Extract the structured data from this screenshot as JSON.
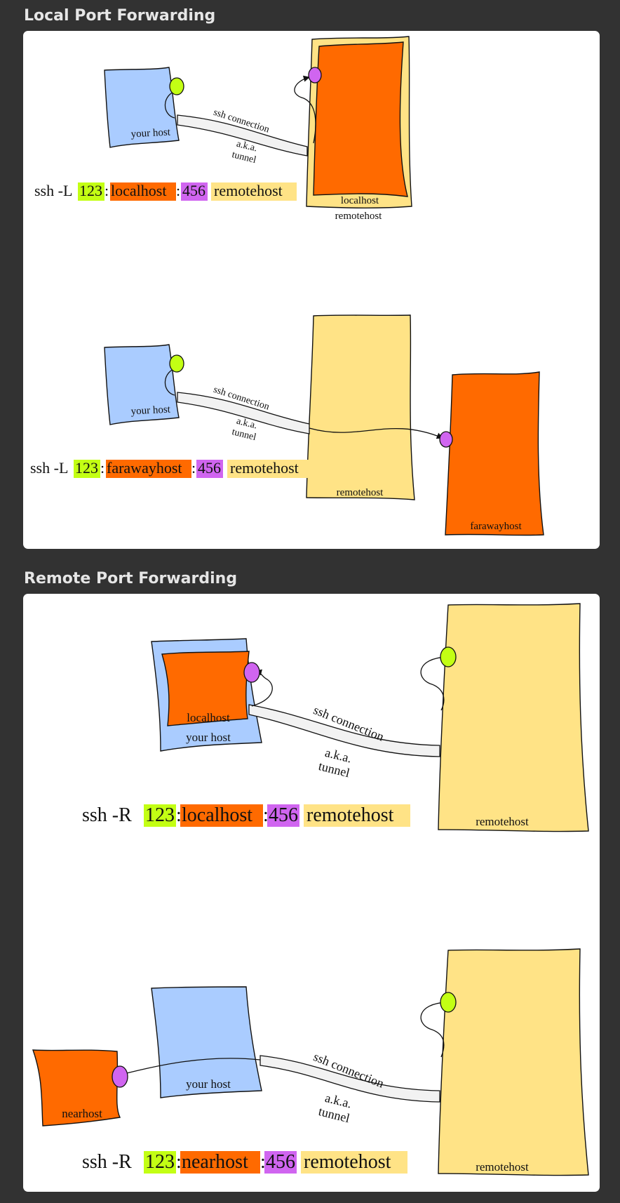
{
  "colors": {
    "background": "#323232",
    "panel": "#ffffff",
    "your_host": "#aaccff",
    "remotehost": "#ffe386",
    "target_host": "#ff6a00",
    "port_123": "#c3ff14",
    "port_456": "#d065f0"
  },
  "local": {
    "title": "Local Port Forwarding",
    "ex1": {
      "your_host": "your host",
      "ssh_connection": "ssh connection",
      "aka": "a.k.a.",
      "tunnel": "tunnel",
      "inner_host": "localhost",
      "remotehost": "remotehost",
      "cmd": {
        "prefix": "ssh -L",
        "port1": "123",
        "sep1": ":",
        "host": "localhost",
        "sep2": ":",
        "port2": "456",
        "remote": "remotehost"
      }
    },
    "ex2": {
      "your_host": "your host",
      "ssh_connection": "ssh connection",
      "aka": "a.k.a.",
      "tunnel": "tunnel",
      "remotehost": "remotehost",
      "far_host": "farawayhost",
      "cmd": {
        "prefix": "ssh -L",
        "port1": "123",
        "sep1": ":",
        "host": "farawayhost",
        "sep2": ":",
        "port2": "456",
        "remote": "remotehost"
      }
    }
  },
  "remote": {
    "title": "Remote Port Forwarding",
    "ex1": {
      "inner_host": "localhost",
      "your_host": "your host",
      "ssh_connection": "ssh connection",
      "aka": "a.k.a.",
      "tunnel": "tunnel",
      "remotehost": "remotehost",
      "cmd": {
        "prefix": "ssh -R",
        "port1": "123",
        "sep1": ":",
        "host": "localhost",
        "sep2": ":",
        "port2": "456",
        "remote": "remotehost"
      }
    },
    "ex2": {
      "near_host": "nearhost",
      "your_host": "your host",
      "ssh_connection": "ssh connection",
      "aka": "a.k.a.",
      "tunnel": "tunnel",
      "remotehost": "remotehost",
      "cmd": {
        "prefix": "ssh -R",
        "port1": "123",
        "sep1": ":",
        "host": "nearhost",
        "sep2": ":",
        "port2": "456",
        "remote": "remotehost"
      }
    }
  }
}
